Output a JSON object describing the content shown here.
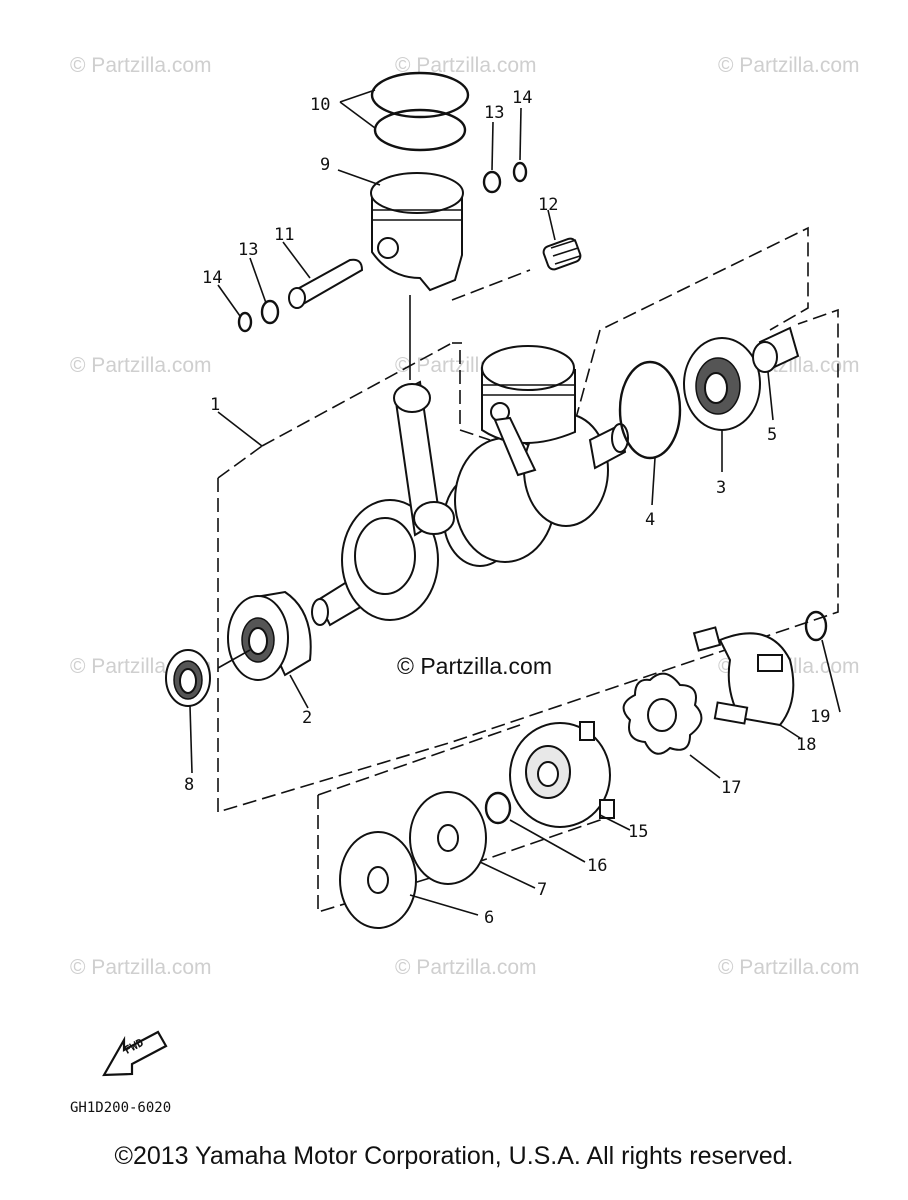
{
  "watermark": "© Partzilla.com",
  "center_watermark": "© Partzilla.com",
  "callouts": {
    "p1": "1",
    "p2": "2",
    "p3": "3",
    "p4": "4",
    "p5": "5",
    "p6": "6",
    "p7": "7",
    "p8": "8",
    "p9": "9",
    "p10": "10",
    "p11": "11",
    "p12": "12",
    "p13a": "13",
    "p13b": "13",
    "p14a": "14",
    "p14b": "14",
    "p15": "15",
    "p16": "16",
    "p17": "17",
    "p18": "18",
    "p19": "19"
  },
  "fwd_label": "FWD",
  "diagram_code": "GH1D200-6020",
  "copyright": "©2013  Yamaha Motor Corporation, U.S.A. All rights reserved."
}
